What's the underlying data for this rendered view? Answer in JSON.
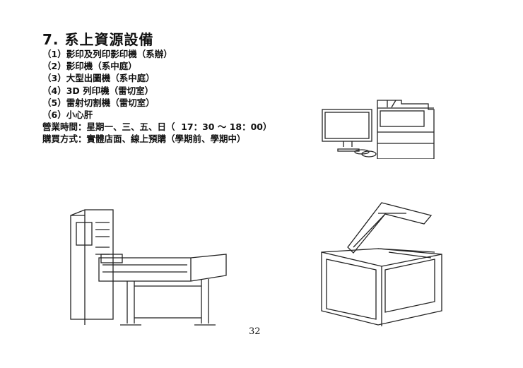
{
  "section": {
    "title": "7. 系上資源設備",
    "items": [
      "（1）影印及列印影印機（系辦）",
      "（2）影印機（系中庭）",
      "（3）大型出圖機（系中庭）",
      "（4）3D 列印機（雷切室）",
      "（5）雷射切割機（雷切室）",
      "（6）小心肝"
    ],
    "hours": "營業時間：星期一、三、五、日（  17：30 ～ 18：00）",
    "purchase": "購買方式：實體店面、線上預購（學期前、學期中）"
  },
  "illustrations": [
    "computer-and-copier-icon",
    "plotter-kiosk-icon",
    "laser-cutter-icon"
  ],
  "page_number": "32"
}
